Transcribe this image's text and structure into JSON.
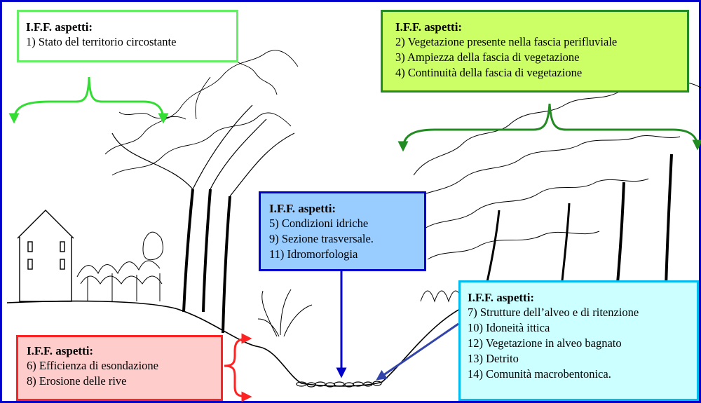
{
  "colors": {
    "frame": "#0000cc",
    "territorio": "#66ee66",
    "vegetazione": "#228b22",
    "idrico": "#0000cc",
    "alveo": "#3344aa",
    "rive": "#ff2222",
    "box_territorio_fill": "#ffffff",
    "box_vegetazione_fill": "#ccff66",
    "box_idrico_fill": "#99ccff",
    "box_alveo_fill": "#ccffff",
    "box_rive_fill": "#ffcccc"
  },
  "boxes": {
    "territorio": {
      "heading": "I.F.F. aspetti:",
      "items": [
        "1) Stato del territorio circostante"
      ]
    },
    "vegetazione": {
      "heading": "I.F.F. aspetti:",
      "items": [
        "2) Vegetazione presente nella fascia perifluviale",
        "3) Ampiezza della fascia di vegetazione",
        "4) Continuità della fascia di vegetazione"
      ]
    },
    "idrico": {
      "heading": "I.F.F. aspetti:",
      "items": [
        "5) Condizioni idriche",
        "9) Sezione trasversale.",
        "11) Idromorfologia"
      ]
    },
    "alveo": {
      "heading": "I.F.F. aspetti:",
      "items": [
        "7)  Strutture dell’alveo e di ritenzione",
        "10) Idoneità ittica",
        "12) Vegetazione in alveo bagnato",
        "13) Detrito",
        "14) Comunità macrobentonica."
      ]
    },
    "rive": {
      "heading": "I.F.F. aspetti:",
      "items": [
        "6) Efficienza di esondazione",
        "8) Erosione delle rive"
      ]
    }
  }
}
